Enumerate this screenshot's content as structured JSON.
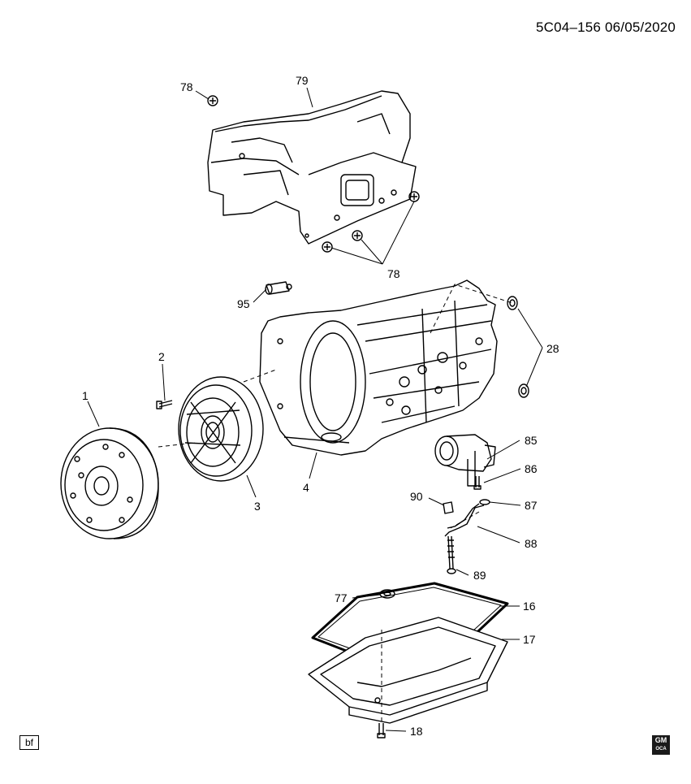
{
  "header": {
    "code": "5C04–156  06/05/2020"
  },
  "footer": {
    "bf": "bf",
    "logo_line1": "GM",
    "logo_line2": "OCA"
  },
  "callouts": {
    "c78a": "78",
    "c79": "79",
    "c78b": "78",
    "c95": "95",
    "c28": "28",
    "c2": "2",
    "c1": "1",
    "c3": "3",
    "c4": "4",
    "c85": "85",
    "c86": "86",
    "c90": "90",
    "c87": "87",
    "c88": "88",
    "c89": "89",
    "c77": "77",
    "c16": "16",
    "c17": "17",
    "c18": "18"
  }
}
